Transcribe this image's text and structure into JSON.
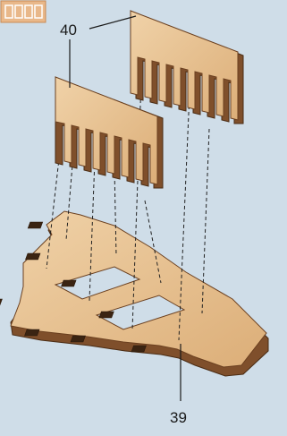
{
  "diagram": {
    "callouts": [
      {
        "id": "part-40",
        "label": "40"
      },
      {
        "id": "part-39",
        "label": "39"
      }
    ],
    "colors": {
      "background": "#cfdde8",
      "wood_face": "#e7c193",
      "wood_edge": "#8a5a33",
      "wood_dark": "#5e3a1e",
      "guide_line": "#222222"
    },
    "corner_logo_text": "BOOK"
  }
}
